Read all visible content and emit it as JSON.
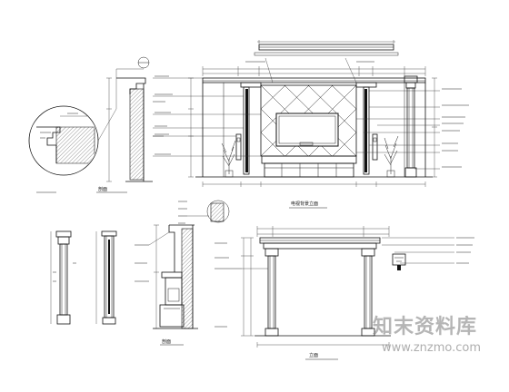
{
  "watermark": {
    "site_name": "知末资料库",
    "url": "www.znzmo.com"
  },
  "captions": {
    "main_elevation": "电视背景立面",
    "section_left": "剖面",
    "section_middle": "剖面",
    "lower_right": "立面"
  }
}
